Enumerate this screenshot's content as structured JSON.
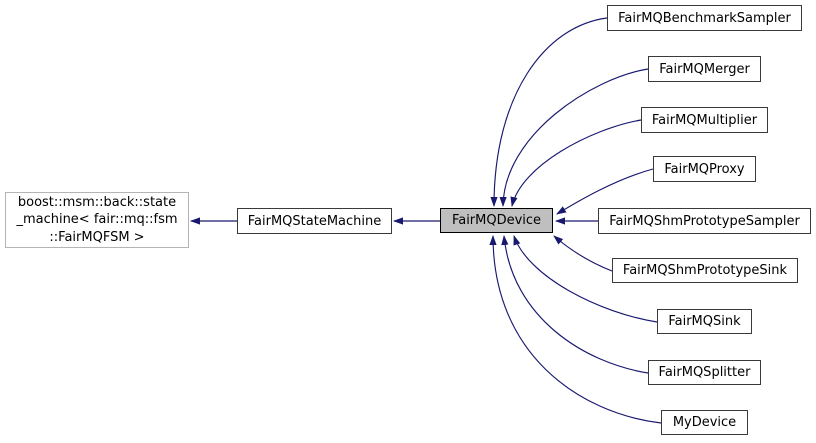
{
  "diagram": {
    "type": "class-inheritance-graph",
    "colors": {
      "edge": "#191970",
      "node_border": "#3a3a3a",
      "node_fill": "#ffffff",
      "current_fill": "#bfbfbf",
      "current_border": "#000000",
      "external_border": "#b4b4b4",
      "text": "#000000",
      "background": "#ffffff"
    },
    "nodes": {
      "external_base": {
        "label_lines": [
          "boost::msm::back::state",
          "_machine< fair::mq::fsm",
          "::FairMQFSM >"
        ]
      },
      "base": {
        "label": "FairMQStateMachine"
      },
      "current": {
        "label": "FairMQDevice"
      },
      "derived": [
        {
          "label": "FairMQBenchmarkSampler"
        },
        {
          "label": "FairMQMerger"
        },
        {
          "label": "FairMQMultiplier"
        },
        {
          "label": "FairMQProxy"
        },
        {
          "label": "FairMQShmPrototypeSampler"
        },
        {
          "label": "FairMQShmPrototypeSink"
        },
        {
          "label": "FairMQSink"
        },
        {
          "label": "FairMQSplitter"
        },
        {
          "label": "MyDevice"
        }
      ]
    },
    "edges": [
      {
        "from": "FairMQStateMachine",
        "to": "boost::msm::back::state_machine< fair::mq::fsm::FairMQFSM >"
      },
      {
        "from": "FairMQDevice",
        "to": "FairMQStateMachine"
      },
      {
        "from": "FairMQBenchmarkSampler",
        "to": "FairMQDevice"
      },
      {
        "from": "FairMQMerger",
        "to": "FairMQDevice"
      },
      {
        "from": "FairMQMultiplier",
        "to": "FairMQDevice"
      },
      {
        "from": "FairMQProxy",
        "to": "FairMQDevice"
      },
      {
        "from": "FairMQShmPrototypeSampler",
        "to": "FairMQDevice"
      },
      {
        "from": "FairMQShmPrototypeSink",
        "to": "FairMQDevice"
      },
      {
        "from": "FairMQSink",
        "to": "FairMQDevice"
      },
      {
        "from": "FairMQSplitter",
        "to": "FairMQDevice"
      },
      {
        "from": "MyDevice",
        "to": "FairMQDevice"
      }
    ]
  }
}
